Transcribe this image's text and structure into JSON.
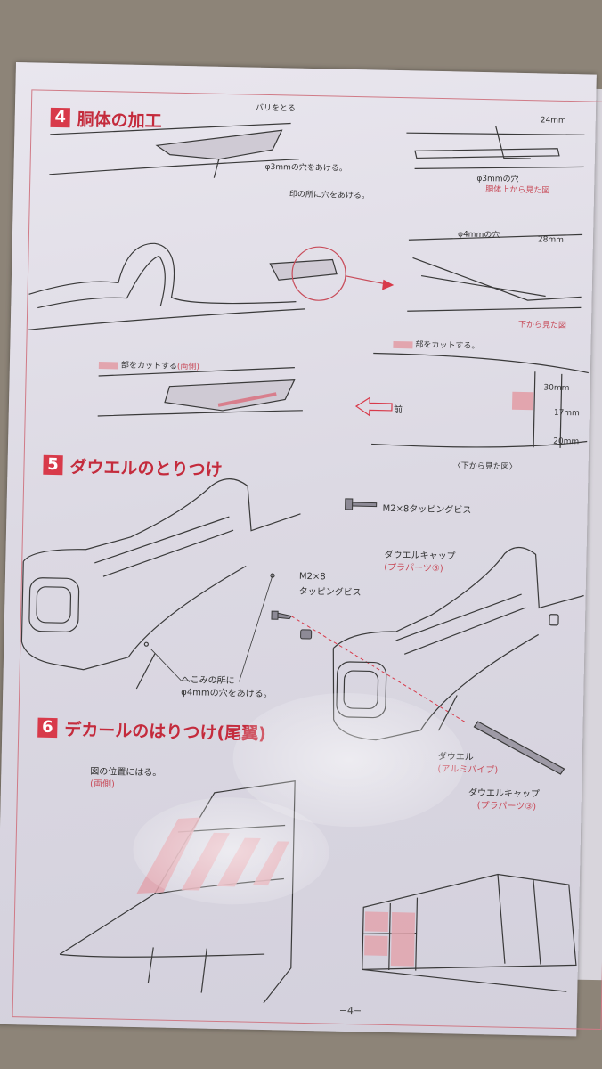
{
  "section4": {
    "num": "4",
    "title": "胴体の加工",
    "burr": "バリをとる",
    "hole3": "φ3mmの穴をあける。",
    "mark_hole": "印の所に穴をあける。",
    "hole3_short": "φ3mmの穴",
    "side_view": "胴体上から見た図",
    "hole4": "φ4mmの穴",
    "dim28": "28mm",
    "dim24": "24mm",
    "below_view_short": "下から見た図",
    "cut_both": "部をカットする",
    "both_sides": "(両側)",
    "cut_right": "部をカットする。",
    "front": "前",
    "dim30": "30mm",
    "dim17": "17mm",
    "dim20": "20mm",
    "below_view": "〈下から見た図〉"
  },
  "section5": {
    "num": "5",
    "title": "ダウエルのとりつけ",
    "screw_legend": "M2×8タッピングビス",
    "screw_label1": "M2×8",
    "screw_label2": "タッピングビス",
    "dowel_cap": "ダウエルキャップ",
    "plastic_part": "(プラパーツ③)",
    "dent1": "へこみの所に",
    "dent2": "φ4mmの穴をあける。"
  },
  "section6": {
    "num": "6",
    "title": "デカールのはりつけ(尾翼)",
    "place": "図の位置にはる。",
    "both_sides": "(両側)",
    "dowel": "ダウエル",
    "aluminum_pipe": "(アルミパイプ)",
    "dowel_cap": "ダウエルキャップ",
    "plastic_part": "(プラパーツ③)"
  },
  "footer": {
    "page": "−4−"
  },
  "colors": {
    "accent": "#d83a4a",
    "highlight": "#e2a5ae",
    "line": "#3a3a3a"
  }
}
